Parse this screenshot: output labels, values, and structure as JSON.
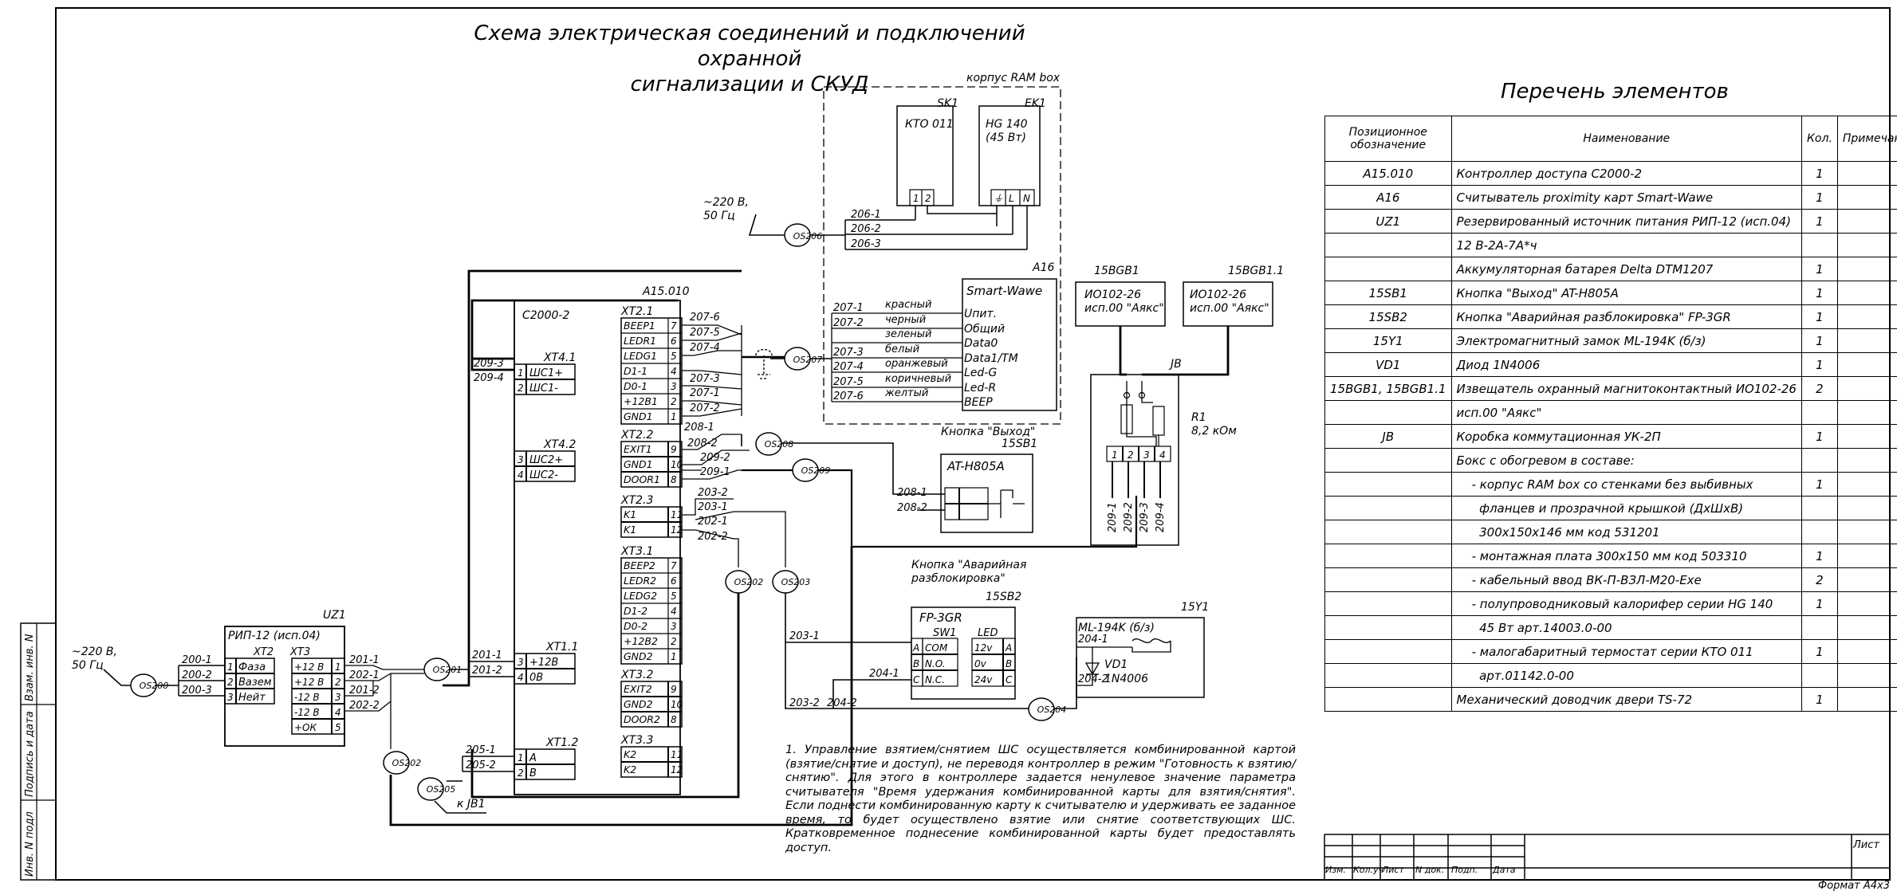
{
  "title": "Схема электрическая соединений и подключений охранной\nсигнализации и СКУД",
  "format_label": "Формат А4х3",
  "sheet_label": "Лист",
  "side_labels": [
    "Инв. N подл",
    "Подпись и дата",
    "Взам. инв. N"
  ],
  "stamp_headers": [
    "Изм.",
    "Кол.уч",
    "Лист",
    "N док.",
    "Подп.",
    "Дата"
  ],
  "bom": {
    "title": "Перечень элементов",
    "headers": [
      "Позиционное обозначение",
      "Наименование",
      "Кол.",
      "Примечание"
    ],
    "rows": [
      [
        "A15.010",
        "Контроллер доступа С2000-2",
        "1",
        ""
      ],
      [
        "A16",
        "Считыватель proximity карт Smart-Wawe",
        "1",
        ""
      ],
      [
        "UZ1",
        "Резервированный источник питания РИП-12 (исп.04)",
        "1",
        ""
      ],
      [
        "",
        "12 В-2А-7А*ч",
        "",
        ""
      ],
      [
        "",
        "Аккумуляторная батарея Delta DTM1207",
        "1",
        ""
      ],
      [
        "15SB1",
        "Кнопка \"Выход\" AT-H805A",
        "1",
        ""
      ],
      [
        "15SB2",
        "Кнопка \"Аварийная разблокировка\" FP-3GR",
        "1",
        ""
      ],
      [
        "15Y1",
        "Электромагнитный замок ML-194K (б/з)",
        "1",
        ""
      ],
      [
        "VD1",
        "Диод 1N4006",
        "1",
        ""
      ],
      [
        "15BGB1, 15BGB1.1",
        "Извещатель охранный магнитоконтактный ИО102-26",
        "2",
        ""
      ],
      [
        "",
        "исп.00 \"Аякс\"",
        "",
        ""
      ],
      [
        "JB",
        "Коробка коммутационная УК-2П",
        "1",
        ""
      ],
      [
        "",
        "Бокс с обогревом в составе:",
        "",
        ""
      ],
      [
        "",
        "    - корпус RAM box со стенками без выбивных",
        "1",
        ""
      ],
      [
        "",
        "      фланцев и прозрачной крышкой (ДхШхВ)",
        "",
        ""
      ],
      [
        "",
        "      300x150x146 мм код 531201",
        "",
        ""
      ],
      [
        "",
        "    - монтажная плата 300х150 мм код 503310",
        "1",
        ""
      ],
      [
        "",
        "    - кабельный ввод ВК-П-ВЗЛ-М20-Exe",
        "2",
        ""
      ],
      [
        "",
        "    - полупроводниковый калорифер серии HG 140",
        "1",
        ""
      ],
      [
        "",
        "      45 Вт арт.14003.0-00",
        "",
        ""
      ],
      [
        "",
        "    - малогабаритный термостат серии КТО 011",
        "1",
        ""
      ],
      [
        "",
        "      арт.01142.0-00",
        "",
        ""
      ],
      [
        "",
        "Механический доводчик двери TS-72",
        "1",
        ""
      ]
    ]
  },
  "notes": "1. Управление взятием/снятием ШС осуществляется комбинированной картой (взятие/снятие и доступ), не переводя контроллер в режим \"Готовность к взятию/снятию\". Для этого в контроллере задается ненулевое значение параметра считывателя \"Время удержания комбинированной карты для взятия/снятия\". Если поднести комбинированную карту к считывателю и удерживать ее заданное время, то будет осуществлено взятие или снятие соответствующих ШС. Кратковременное поднесение комбинированной карты будет предоставлять доступ.",
  "diagram": {
    "ram_box_label": "корпус RAM box",
    "sk1": {
      "ref": "SK1",
      "name": "КТО 011",
      "pins": [
        "1",
        "2"
      ]
    },
    "ek1": {
      "ref": "EK1",
      "name": "HG 140\n(45 Вт)",
      "pins": [
        "⏚",
        "L",
        "N"
      ]
    },
    "mains_top": "~220 В,\n50 Гц",
    "mains_left": "~220 В,\n50 Гц",
    "cables": [
      "OS200",
      "OS201",
      "OS202",
      "OS202",
      "OS203",
      "OS204",
      "OS205",
      "OS206",
      "OS207",
      "OS208",
      "OS209"
    ],
    "wires_206": [
      "206-1",
      "206-2",
      "206-3"
    ],
    "a16": {
      "ref": "A16",
      "name": "Smart-Wawe",
      "pins": [
        "Uпит.",
        "Общий",
        "Data0",
        "Data1/TM",
        "Led-G",
        "Led-R",
        "BEEP"
      ]
    },
    "wires_207": [
      {
        "id": "207-1",
        "color": "красный"
      },
      {
        "id": "207-2",
        "color": "черный"
      },
      {
        "id": "",
        "color": "зеленый"
      },
      {
        "id": "207-3",
        "color": "белый"
      },
      {
        "id": "207-4",
        "color": "оранжевый"
      },
      {
        "id": "207-5",
        "color": "коричневый"
      },
      {
        "id": "207-6",
        "color": "желтый"
      }
    ],
    "controller": {
      "ref": "A15.010",
      "name": "С2000-2"
    },
    "xt41": {
      "ref": "XT4.1",
      "rows": [
        [
          "1",
          "ШС1+"
        ],
        [
          "2",
          "ШС1-"
        ]
      ],
      "wires": [
        "209-3",
        "209-4"
      ]
    },
    "xt42": {
      "ref": "XT4.2",
      "rows": [
        [
          "3",
          "ШС2+"
        ],
        [
          "4",
          "ШС2-"
        ]
      ]
    },
    "xt21": {
      "ref": "XT2.1",
      "rows": [
        [
          "BEEP1",
          "7"
        ],
        [
          "LEDR1",
          "6"
        ],
        [
          "LEDG1",
          "5"
        ],
        [
          "D1-1",
          "4"
        ],
        [
          "D0-1",
          "3"
        ],
        [
          "+12В1",
          "2"
        ],
        [
          "GND1",
          "1"
        ]
      ],
      "wires": [
        "207-6",
        "207-5",
        "207-4",
        "207-3",
        "207-1",
        "207-2"
      ]
    },
    "xt22": {
      "ref": "XT2.2",
      "rows": [
        [
          "EXIT1",
          "9"
        ],
        [
          "GND1",
          "10"
        ],
        [
          "DOOR1",
          "8"
        ]
      ],
      "wires": [
        "208-1",
        "208-2",
        "209-2",
        "209-1"
      ]
    },
    "xt23": {
      "ref": "XT2.3",
      "rows": [
        [
          "K1",
          "11"
        ],
        [
          "K1",
          "12"
        ]
      ],
      "wires": [
        "203-2",
        "203-1",
        "202-1",
        "202-2"
      ]
    },
    "xt31": {
      "ref": "XT3.1",
      "rows": [
        [
          "BEEP2",
          "7"
        ],
        [
          "LEDR2",
          "6"
        ],
        [
          "LEDG2",
          "5"
        ],
        [
          "D1-2",
          "4"
        ],
        [
          "D0-2",
          "3"
        ],
        [
          "+12В2",
          "2"
        ],
        [
          "GND2",
          "1"
        ]
      ]
    },
    "xt32": {
      "ref": "XT3.2",
      "rows": [
        [
          "EXIT2",
          "9"
        ],
        [
          "GND2",
          "10"
        ],
        [
          "DOOR2",
          "8"
        ]
      ]
    },
    "xt33": {
      "ref": "XT3.3",
      "rows": [
        [
          "K2",
          "11"
        ],
        [
          "K2",
          "12"
        ]
      ]
    },
    "xt11": {
      "ref": "XT1.1",
      "rows": [
        [
          "3",
          "+12В"
        ],
        [
          "4",
          "0В"
        ]
      ],
      "wires": [
        "201-1",
        "201-2"
      ]
    },
    "xt12": {
      "ref": "XT1.2",
      "rows": [
        [
          "1",
          "A"
        ],
        [
          "2",
          "B"
        ]
      ],
      "wires": [
        "205-1",
        "205-2"
      ]
    },
    "uz1": {
      "ref": "UZ1",
      "name": "РИП-12 (исп.04)",
      "xt2": "XT2",
      "xt3": "XT3",
      "xt2_rows": [
        [
          "1",
          "Фаза"
        ],
        [
          "2",
          "Вазем"
        ],
        [
          "3",
          "Нейт"
        ]
      ],
      "xt3_rows": [
        [
          "+12 В",
          "1"
        ],
        [
          "+12 В",
          "2"
        ],
        [
          "-12 В",
          "3"
        ],
        [
          "-12 В",
          "4"
        ],
        [
          "+ОК",
          "5"
        ]
      ],
      "wires_in": [
        "200-1",
        "200-2",
        "200-3"
      ],
      "wires_out": [
        "201-1",
        "202-1",
        "201-2",
        "202-2"
      ]
    },
    "jb1_label": "к JB1",
    "sb1": {
      "title": "Кнопка \"Выход\"",
      "ref": "15SB1",
      "name": "AT-H805A",
      "wires": [
        "208-1",
        "208-2"
      ]
    },
    "sb2": {
      "title": "Кнопка \"Аварийная\nразблокировка\"",
      "ref": "15SB2",
      "name": "FP-3GR",
      "sw": "SW1",
      "led": "LED",
      "sw_rows": [
        [
          "A",
          "COM"
        ],
        [
          "B",
          "N.O."
        ],
        [
          "C",
          "N.C."
        ]
      ],
      "led_rows": [
        [
          "12v",
          "A"
        ],
        [
          "0v",
          "B"
        ],
        [
          "24v",
          "C"
        ]
      ],
      "wires": [
        "203-1",
        "204-1",
        "203-2",
        "204-2"
      ]
    },
    "bgb1": {
      "ref": "15BGB1",
      "name": "ИО102-26\nисп.00 \"Аякс\""
    },
    "bgb11": {
      "ref": "15BGB1.1",
      "name": "ИО102-26\nисп.00 \"Аякс\""
    },
    "jb": {
      "ref": "JB",
      "pins": [
        "1",
        "2",
        "3",
        "4"
      ],
      "wires": [
        "209-1",
        "209-2",
        "209-3",
        "209-4"
      ],
      "r1": "R1",
      "r1_val": "8,2 кОм"
    },
    "y1": {
      "ref": "15Y1",
      "name": "ML-194K (б/з)",
      "vd": "VD1",
      "vd_name": "1N4006",
      "wires": [
        "204-1",
        "204-2"
      ]
    }
  }
}
